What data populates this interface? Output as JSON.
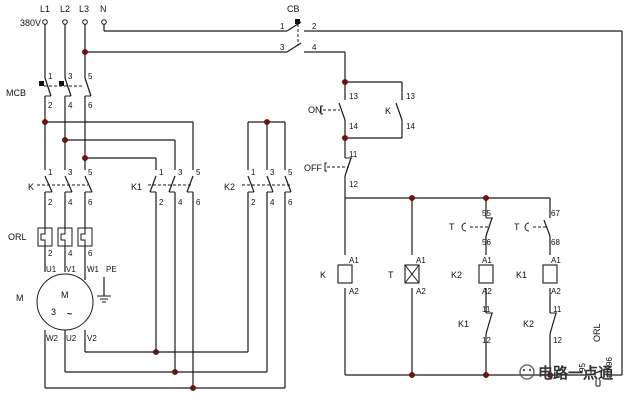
{
  "supply": {
    "voltage": "380V",
    "phases": [
      "L1",
      "L2",
      "L3"
    ],
    "neutral": "N"
  },
  "breakers": {
    "cb": "CB",
    "cb_terminals": [
      "1",
      "2",
      "3",
      "4"
    ],
    "mcb": "MCB",
    "mcb_terminals": [
      "1",
      "3",
      "5",
      "2",
      "4",
      "6"
    ]
  },
  "contactors": {
    "k": "K",
    "k1": "K1",
    "k2": "K2",
    "k_top": [
      "1",
      "3",
      "5"
    ],
    "k_bottom": [
      "2",
      "4",
      "6"
    ],
    "k1_top": [
      "1",
      "3",
      "5"
    ],
    "k1_bottom": [
      "2",
      "4",
      "6"
    ],
    "k2_top": [
      "1",
      "3",
      "5"
    ],
    "k2_bottom": [
      "2",
      "4",
      "6"
    ]
  },
  "overload": {
    "label": "ORL",
    "terminals": [
      "2",
      "4",
      "6"
    ],
    "nc_label": "ORL",
    "nc_terminals": [
      "95",
      "96"
    ]
  },
  "motor": {
    "label": "M",
    "center_label": "M",
    "phase_count": "3",
    "tilde": "~",
    "top_terminals": [
      "U1",
      "V1",
      "W1"
    ],
    "pe": "PE",
    "bottom_terminals": [
      "W2",
      "U2",
      "V2"
    ]
  },
  "control": {
    "on_label": "ON",
    "on_terminals": [
      "13",
      "14"
    ],
    "k_hold_label": "K",
    "k_hold_terminals": [
      "13",
      "14"
    ],
    "off_label": "OFF",
    "off_terminals": [
      "11",
      "12"
    ],
    "timer_contact_1_label": "T",
    "timer_contact_1_terminals": [
      "55",
      "56"
    ],
    "timer_contact_2_label": "T",
    "timer_contact_2_terminals": [
      "67",
      "68"
    ],
    "coils": [
      {
        "label": "K",
        "terminals": [
          "A1",
          "A2"
        ]
      },
      {
        "label": "T",
        "terminals": [
          "A1",
          "A2"
        ]
      },
      {
        "label": "K2",
        "terminals": [
          "A1",
          "A2"
        ]
      },
      {
        "label": "K1",
        "terminals": [
          "A1",
          "A2"
        ]
      }
    ],
    "interlock_1_label": "K1",
    "interlock_1_terminals": [
      "11",
      "12"
    ],
    "interlock_2_label": "K2",
    "interlock_2_terminals": [
      "11",
      "12"
    ]
  },
  "watermark": {
    "text": "电路一点通"
  }
}
